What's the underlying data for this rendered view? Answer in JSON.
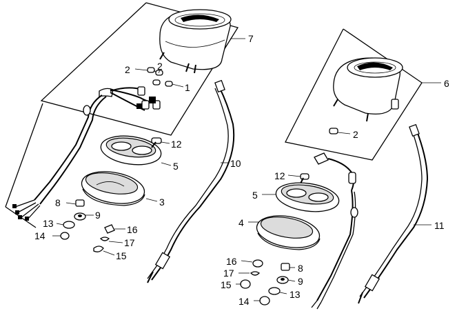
{
  "callouts": {
    "l7": "7",
    "l2a": "2",
    "l2b": "2",
    "l1": "1",
    "l12a": "12",
    "l5a": "5",
    "l3": "3",
    "l8a": "8",
    "l9a": "9",
    "l13a": "13",
    "l14a": "14",
    "l16a": "16",
    "l17a": "17",
    "l15a": "15",
    "l10": "10",
    "l6": "6",
    "l2c": "2",
    "l12b": "12",
    "l5b": "5",
    "l4": "4",
    "l11": "11",
    "l16b": "16",
    "l17b": "17",
    "l15b": "15",
    "l14b": "14",
    "l8b": "8",
    "l9b": "9",
    "l13b": "13"
  }
}
